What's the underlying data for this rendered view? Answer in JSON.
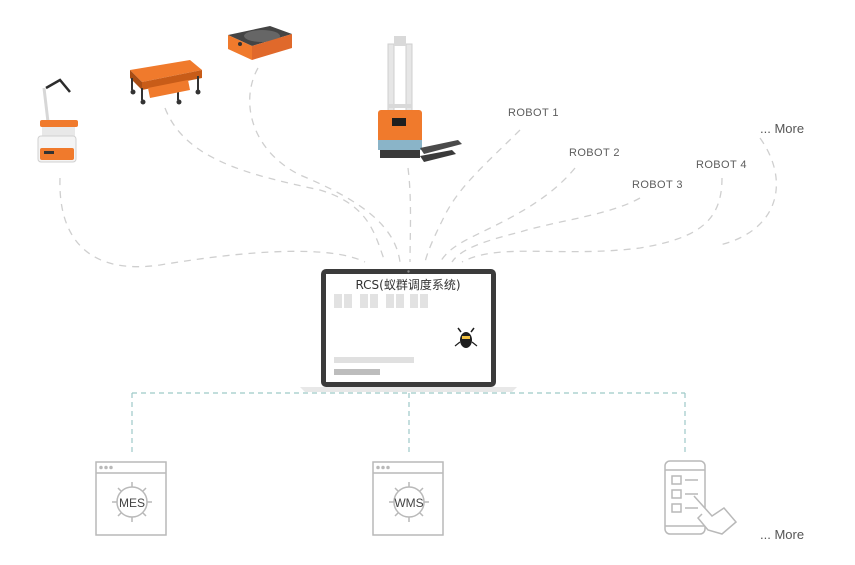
{
  "robots": {
    "robot1": "ROBOT 1",
    "robot2": "ROBOT 2",
    "robot3": "ROBOT 3",
    "robot4": "ROBOT 4",
    "more_top": "... More"
  },
  "rcs": {
    "title": "RCS(蚁群调度系统)"
  },
  "systems": {
    "mes": "MES",
    "wms": "WMS",
    "more_bottom": "... More"
  },
  "colors": {
    "robot_orange": "#f07a2c",
    "laptop_frame": "#3b3b3b",
    "line_gray": "#c9c9c9",
    "line_teal": "#9ec9c8",
    "icon_gray": "#b5b5b5"
  },
  "icons": [
    "delivery-robot-icon",
    "shelf-robot-icon",
    "lifting-robot-icon",
    "forklift-robot-icon",
    "laptop-icon",
    "ant-logo-icon",
    "gear-icon",
    "tablet-hand-icon"
  ]
}
